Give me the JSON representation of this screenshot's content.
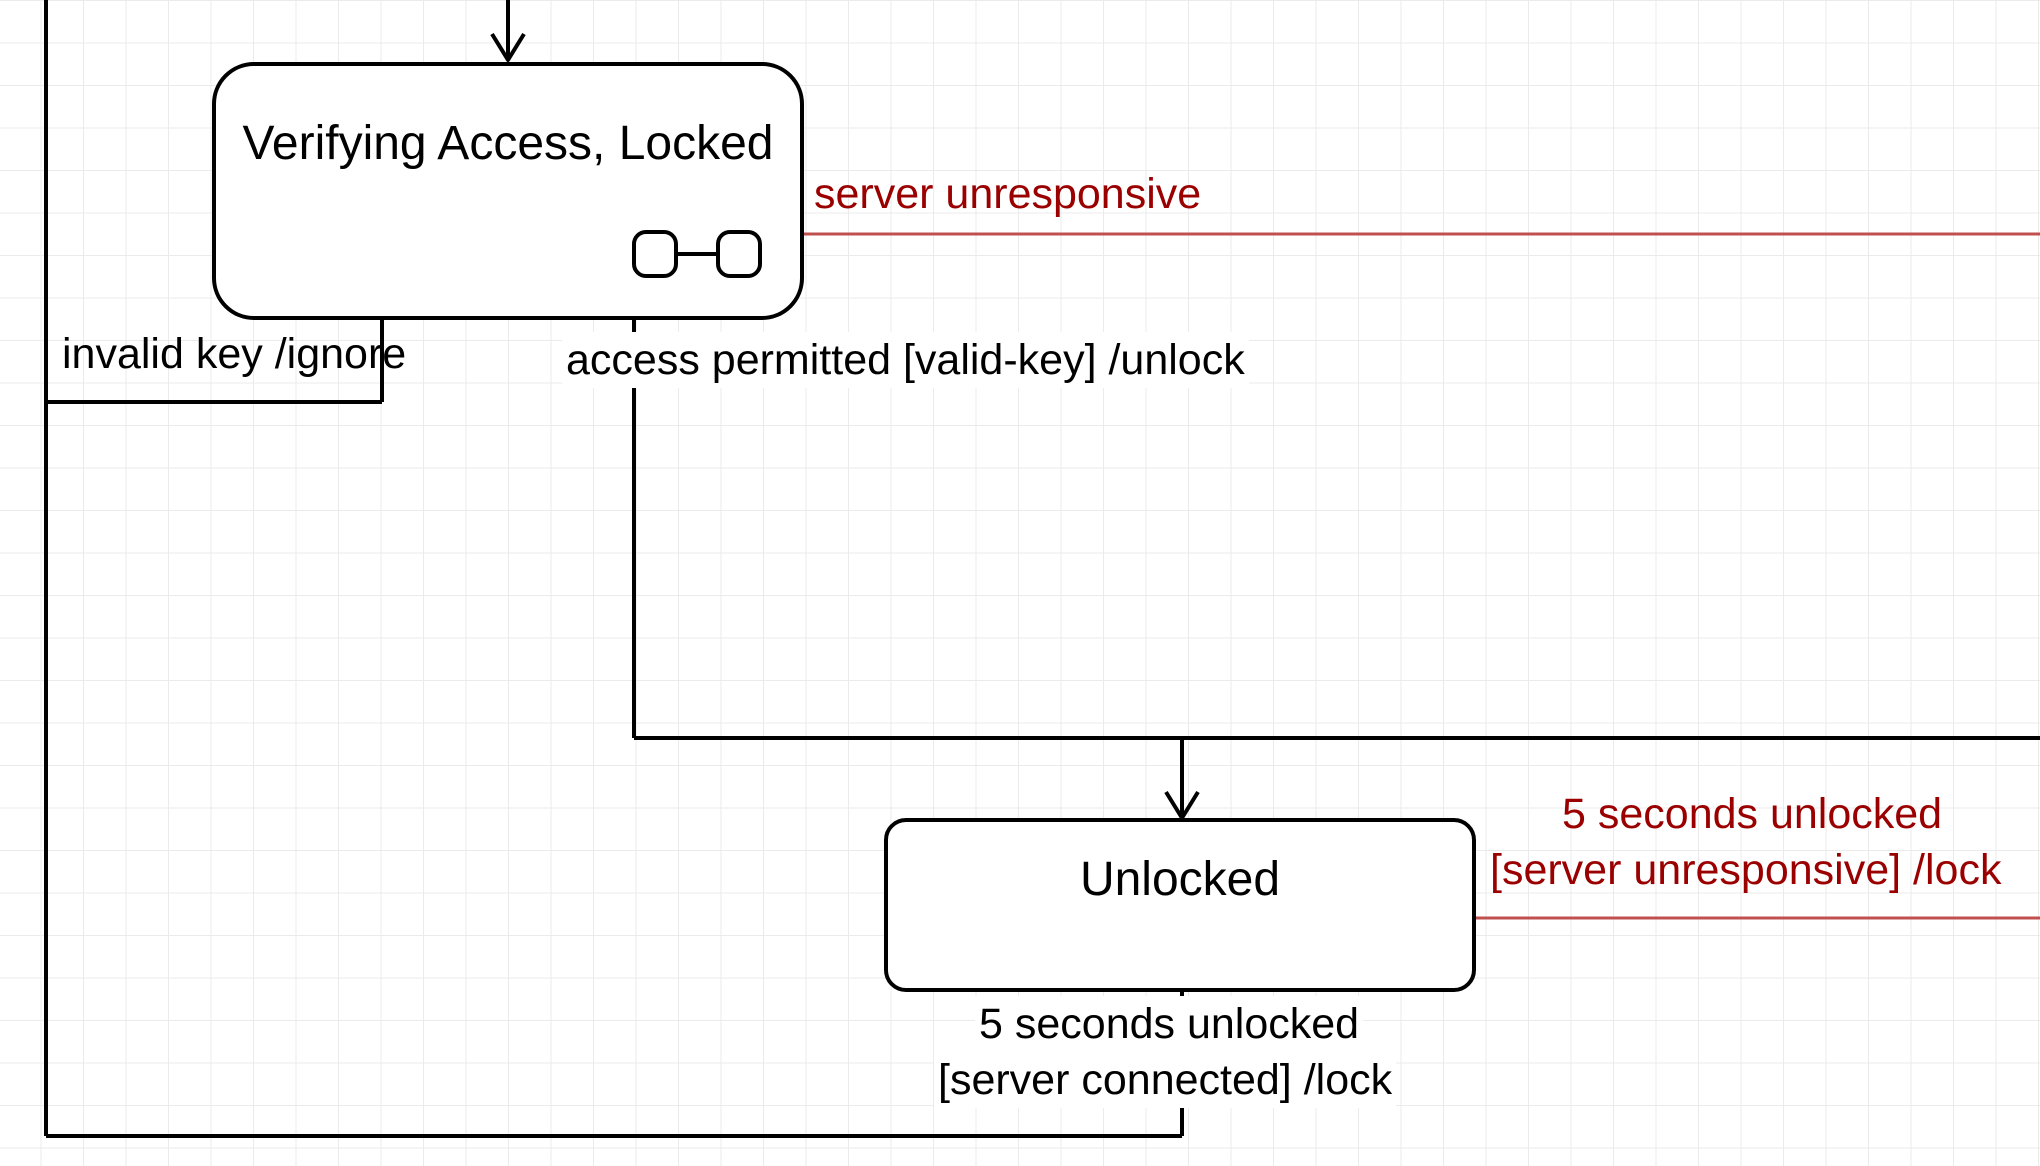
{
  "diagram": {
    "states": [
      {
        "name": "Verifying Access, Locked",
        "composite": true
      },
      {
        "name": "Unlocked",
        "composite": false
      }
    ],
    "transitions": {
      "server_unresponsive": "server unresponsive",
      "invalid_key": "invalid key /ignore",
      "access_permitted": "access permitted [valid-key] /unlock",
      "unlocked_red_line1": "5 seconds unlocked",
      "unlocked_red_line2": "[server unresponsive] /lock",
      "unlocked_black_line1": "5 seconds unlocked",
      "unlocked_black_line2": "[server connected] /lock"
    },
    "colors": {
      "line": "#000000",
      "alert_line": "#c0504d",
      "alert_text": "#9b0000",
      "grid": "#ebebeb"
    }
  }
}
